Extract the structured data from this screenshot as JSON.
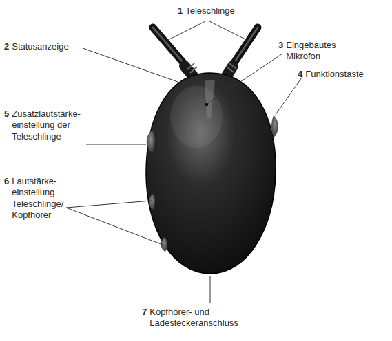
{
  "diagram": {
    "labels": [
      "1",
      "Teleschlinge",
      "2",
      "Statusanzeige",
      "3",
      "Eingebautes Mikrofon",
      "4",
      "Funktionstaste",
      "5",
      "Zusatzlautstärke- einstellung der Teleschlinge",
      "6",
      "Lautstärke- einstellung Teleschlinge/ Kopfhörer",
      "7",
      "Kopfhörer- und Ladesteckeranschluss"
    ]
  }
}
